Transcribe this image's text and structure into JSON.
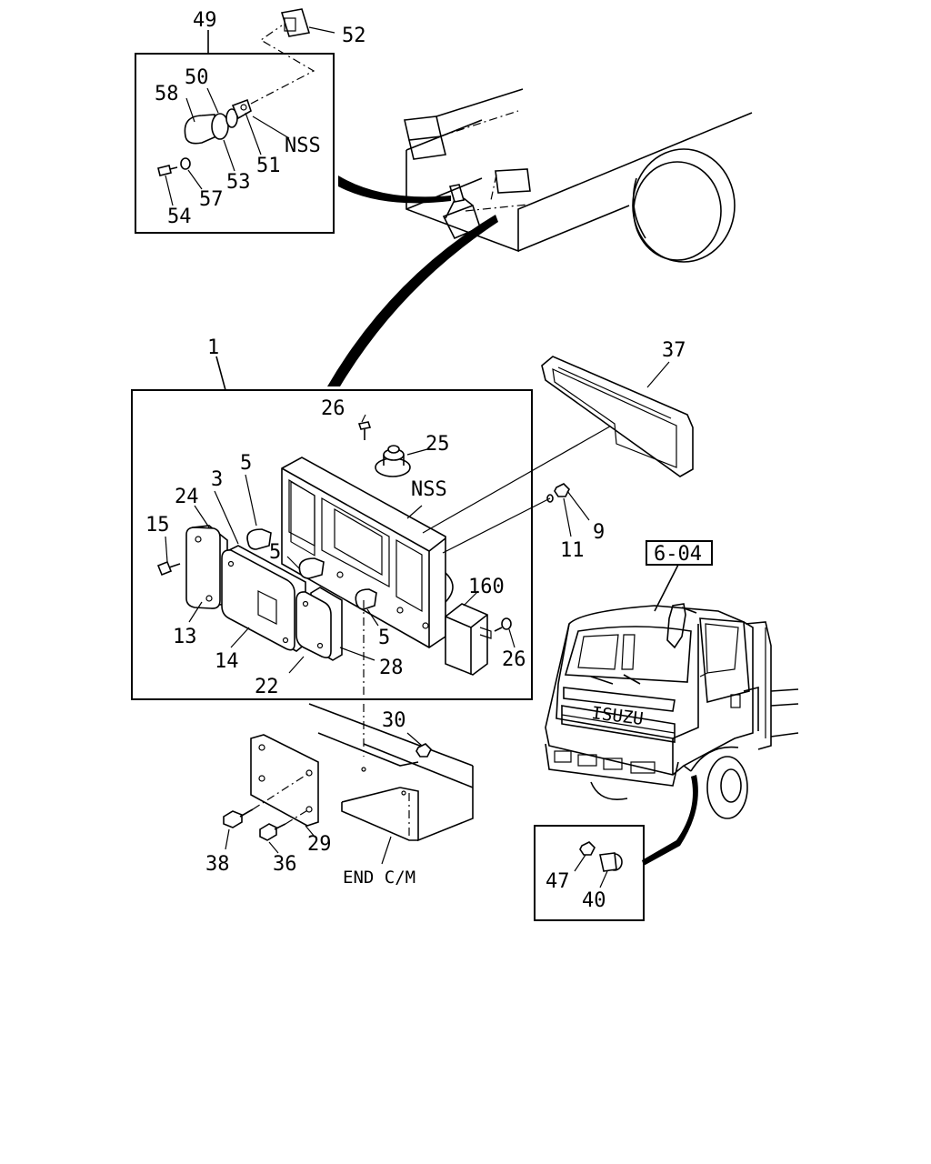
{
  "callouts": {
    "c49": "49",
    "c52": "52",
    "c50": "50",
    "c58": "58",
    "c51": "51",
    "c53": "53",
    "c57": "57",
    "c54": "54",
    "nss_top": "NSS",
    "c1": "1",
    "c37": "37",
    "c26_top": "26",
    "c25": "25",
    "nss_mid": "NSS",
    "c3": "3",
    "c5_a": "5",
    "c24": "24",
    "c15": "15",
    "c5_b": "5",
    "c5_c": "5",
    "c9": "9",
    "c11": "11",
    "c160": "160",
    "c26_r": "26",
    "c13": "13",
    "c14": "14",
    "c22": "22",
    "c28": "28",
    "c30": "30",
    "c29": "29",
    "c38": "38",
    "c36": "36",
    "end_cm": "END C/M",
    "ref_604": "6-04",
    "c47": "47",
    "c40": "40",
    "brand": "ISUZU"
  }
}
